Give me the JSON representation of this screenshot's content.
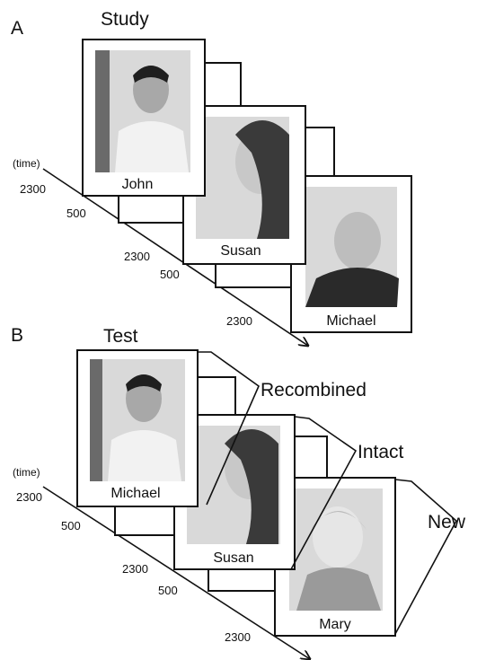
{
  "panel_a": {
    "letter": "A",
    "title": "Study",
    "time_label": "(time)",
    "faces": [
      "John",
      "Susan",
      "Michael"
    ],
    "durations": [
      "2300",
      "500",
      "2300",
      "500",
      "2300"
    ]
  },
  "panel_b": {
    "letter": "B",
    "title": "Test",
    "time_label": "(time)",
    "faces": [
      "Michael",
      "Susan",
      "Mary"
    ],
    "conditions": [
      "Recombined",
      "Intact",
      "New"
    ],
    "durations": [
      "2300",
      "500",
      "2300",
      "500",
      "2300"
    ]
  }
}
